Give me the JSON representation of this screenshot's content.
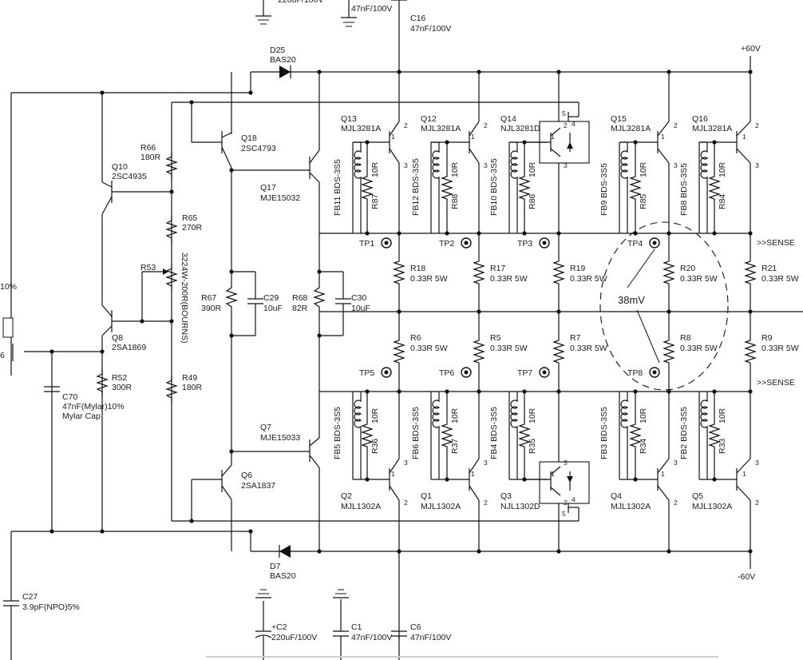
{
  "rails": {
    "pos": "+60V",
    "neg": "-60V"
  },
  "sense": ">>SENSE",
  "measurement": "38mV",
  "labels": {
    "d25": "D25",
    "d25v": "BAS20",
    "d7": "D7",
    "d7v": "BAS20",
    "c16": "C16",
    "c16v": "47nF/100V",
    "ctop": "47nF/100V",
    "c2": "+C2",
    "c2v": "220uF/100V",
    "c1": "C1",
    "c1v": "47nF/100V",
    "c6": "C6",
    "c6v": "47nF/100V",
    "c27": "C27",
    "c27v": "3.9pF(NPO)5%",
    "c70": "C70",
    "c70v": "47nF(Mylar)10%",
    "c70v2": "Mylar Cap",
    "q10": "Q10",
    "q10v": "2SC4935",
    "q8": "Q8",
    "q8v": "2SA1869",
    "q18": "Q18",
    "q18v": "2SC4793",
    "q17": "Q17",
    "q17v": "MJE15032",
    "q7": "Q7",
    "q7v": "MJE15033",
    "q6": "Q6",
    "q6v": "2SA1837",
    "r66": "R66",
    "r66v": "180R",
    "r65": "R65",
    "r65v": "270R",
    "r53": "R53",
    "r53v": "3224W-200R(BOURNS)",
    "r52": "R52",
    "r52v": "300R",
    "r49": "R49",
    "r49v": "180R",
    "r67": "R67",
    "r67v": "390R",
    "c29": "C29",
    "c29v": "10uF",
    "r68": "R68",
    "r68v": "82R",
    "c30": "C30",
    "c30v": "10uF",
    "pct": "10%",
    "q6left": "6"
  },
  "top_outputs": [
    {
      "q": "Q13",
      "part": "MJL3281A",
      "fb": "FB11 BDS-3S5",
      "r": "R87"
    },
    {
      "q": "Q12",
      "part": "MJL3281A",
      "fb": "FB12 BDS-3S5",
      "r": "R88"
    },
    {
      "q": "Q14",
      "part": "NJL3281D",
      "fb": "FB10 BDS-3S5",
      "r": "R86"
    },
    {
      "q": "Q15",
      "part": "MJL3281A",
      "fb": "FB9 BDS-3S5",
      "r": "R85"
    },
    {
      "q": "Q16",
      "part": "MJL3281A",
      "fb": "FB8 BDS-3S5",
      "r": "R84"
    }
  ],
  "bottom_outputs": [
    {
      "q": "Q2",
      "part": "MJL1302A",
      "fb": "FB5 BDS-3S5",
      "r": "R36"
    },
    {
      "q": "Q1",
      "part": "MJL1302A",
      "fb": "FB6 BDS-3S5",
      "r": "R37"
    },
    {
      "q": "Q3",
      "part": "NJL1302D",
      "fb": "FB4 BDS-3S5",
      "r": "R35"
    },
    {
      "q": "Q4",
      "part": "MJL1302A",
      "fb": "FB3 BDS-3S5",
      "r": "R34"
    },
    {
      "q": "Q5",
      "part": "MJL1302A",
      "fb": "FB2 BDS-3S5",
      "r": "R33"
    }
  ],
  "base_resistor": "10R",
  "emitter_top": [
    {
      "ref": "R18",
      "val": "0.33R 5W"
    },
    {
      "ref": "R17",
      "val": "0.33R 5W"
    },
    {
      "ref": "R19",
      "val": "0.33R 5W"
    },
    {
      "ref": "R20",
      "val": "0.33R 5W"
    },
    {
      "ref": "R21",
      "val": "0.33R 5W"
    }
  ],
  "emitter_bot": [
    {
      "ref": "R6",
      "val": "0.33R 5W"
    },
    {
      "ref": "R5",
      "val": "0.33R 5W"
    },
    {
      "ref": "R7",
      "val": "0.33R 5W"
    },
    {
      "ref": "R8",
      "val": "0.33R 5W"
    },
    {
      "ref": "R9",
      "val": "0.33R 5W"
    }
  ],
  "testpoints": [
    "TP1",
    "TP2",
    "TP3",
    "TP4",
    "TP5",
    "TP6",
    "TP7",
    "TP8"
  ]
}
